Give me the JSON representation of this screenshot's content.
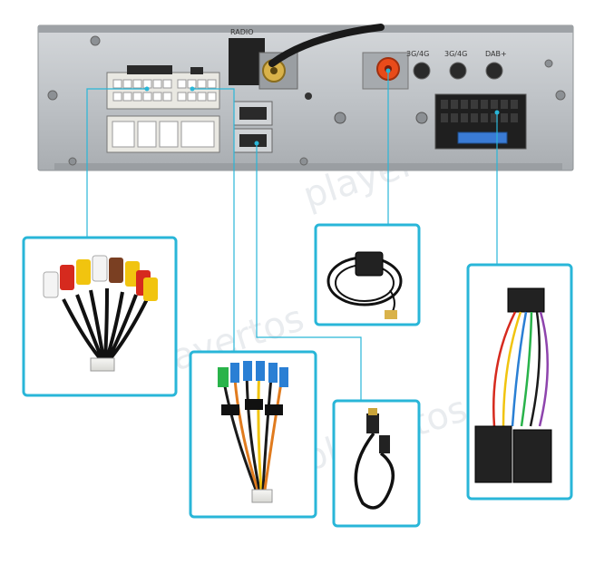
{
  "labels": {
    "radio": "RADIO",
    "port_a": "3G/4G",
    "port_b": "3G/4G",
    "dab": "DAB+"
  },
  "watermark": "playertos",
  "colors": {
    "frame_cyan": "#29b6d8",
    "chassis": "#b8bcc0",
    "rca_red": "#d62a1e",
    "rca_yellow": "#f1c40f",
    "rca_white": "#f4f4f4",
    "rca_brown": "#7a3f22"
  }
}
